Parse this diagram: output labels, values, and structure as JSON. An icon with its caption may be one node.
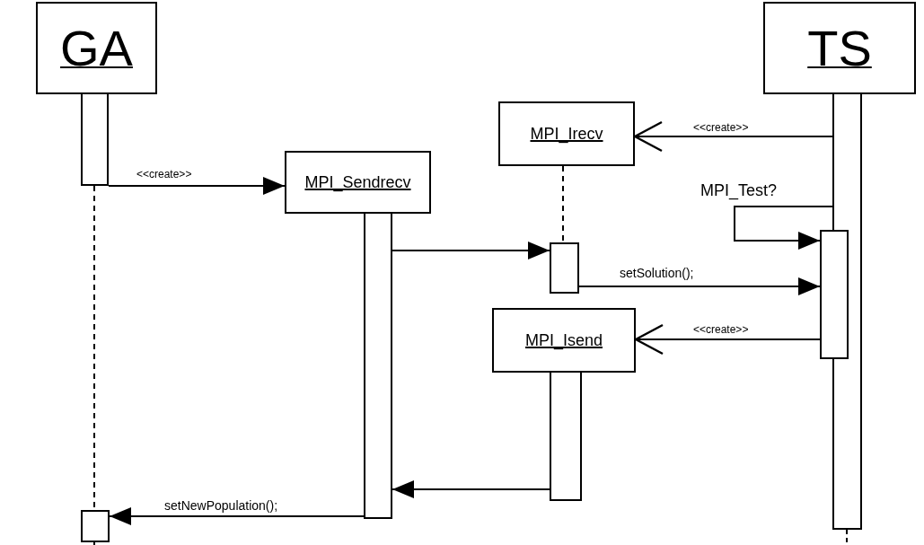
{
  "diagram": {
    "nodes": [
      {
        "text": [
          "GA"
        ]
      },
      {
        "text": [
          "TS"
        ]
      },
      {
        "text": [
          "MPI_Irecv"
        ]
      },
      {
        "text": [
          "MPI_Sendrecv"
        ]
      },
      {
        "text": [
          "MPI_Isend"
        ]
      },
      {
        "text": [],
        "shape": "bar"
      },
      {
        "text": [],
        "shape": "bar"
      },
      {
        "text": [],
        "shape": "bar"
      },
      {
        "text": [],
        "shape": "bar"
      },
      {
        "text": [],
        "shape": "bar"
      },
      {
        "text": [],
        "shape": "bar"
      },
      {
        "text": [],
        "shape": "bar"
      }
    ],
    "edges": [
      {
        "from": 5,
        "to": 3,
        "arrow": "to",
        "label": "<<create>>"
      },
      {
        "from": 9,
        "to": 2,
        "arrow": "to",
        "label": "<<create>>"
      },
      {
        "from": 9,
        "to": 10,
        "arrow": "to",
        "label": "MPI_Test?"
      },
      {
        "from": 7,
        "to": 8,
        "arrow": "to"
      },
      {
        "from": 8,
        "to": 10,
        "arrow": "to",
        "label": "setSolution();"
      },
      {
        "from": 10,
        "to": 4,
        "arrow": "to",
        "label": "<<create>>"
      },
      {
        "from": 11,
        "to": 7,
        "arrow": "to"
      },
      {
        "from": 7,
        "to": 6,
        "arrow": "to",
        "label": "setNewPopulation();"
      },
      {
        "from": 5,
        "to": 6,
        "arrow": "none",
        "style": "dashed"
      },
      {
        "from": 2,
        "to": 8,
        "arrow": "none",
        "style": "dashed"
      }
    ]
  }
}
